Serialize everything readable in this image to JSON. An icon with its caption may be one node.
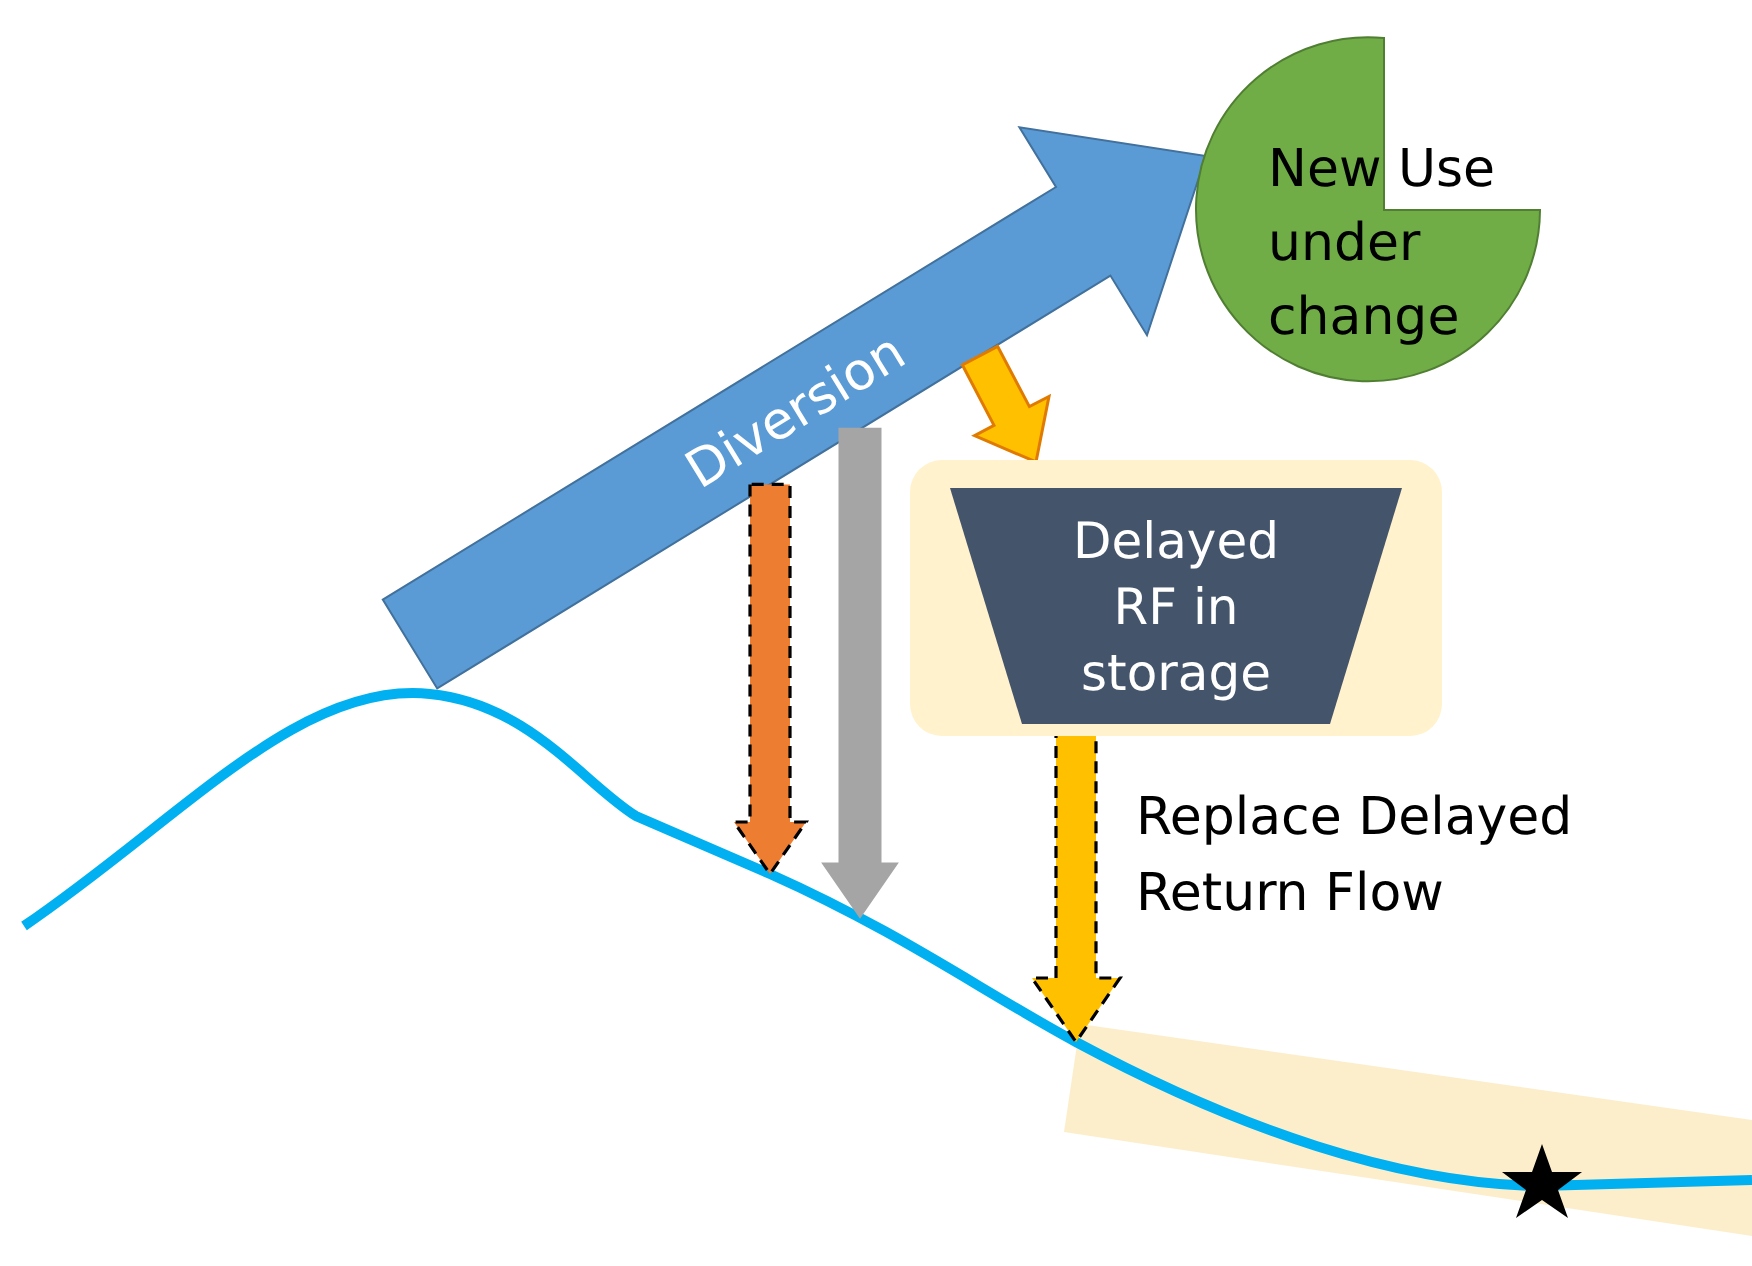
{
  "diagram": {
    "nodes": [
      {
        "text": [
          "Diversion"
        ]
      },
      {
        "text": [
          "New Use under change"
        ]
      },
      {
        "text": [],
        "shape": "box"
      },
      {
        "text": [
          "Delayed RF in storage"
        ],
        "in": 2
      },
      {
        "text": [],
        "shape": "line"
      }
    ],
    "edges": [
      {
        "from": 0,
        "to": 2,
        "arrow": "to",
        "style": "thick",
        "color": "#ffc000"
      },
      {
        "from": 0,
        "to": 4,
        "arrow": "to",
        "style": "dashed",
        "color": "#ed7d31"
      },
      {
        "from": 0,
        "to": 4,
        "arrow": "to",
        "style": "thick",
        "color": "#a5a5a5"
      },
      {
        "from": 3,
        "to": 4,
        "arrow": "to",
        "style": "dashed",
        "color": "#ffc000",
        "label": "Replace Delayed Return Flow"
      }
    ]
  }
}
